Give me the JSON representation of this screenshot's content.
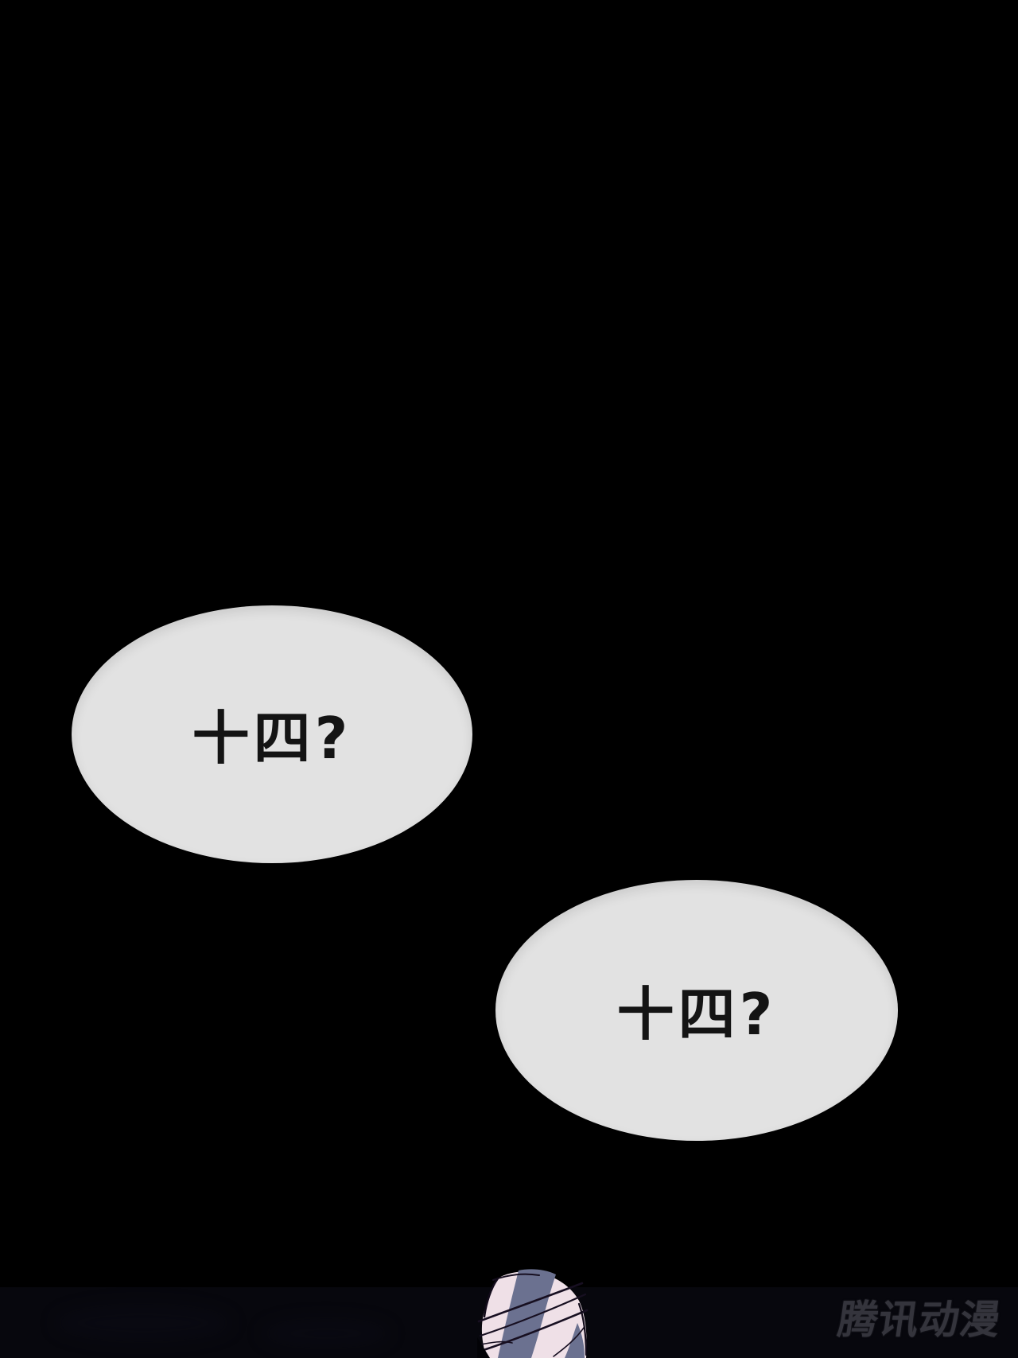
{
  "page": {
    "background_color": "#000000",
    "bubbles": [
      {
        "text": "十四?"
      },
      {
        "text": "十四?"
      }
    ],
    "bubble_style": {
      "fill": "#e2e2e2",
      "text_color": "#141414"
    },
    "bottom_panel": {
      "background": "#07070d",
      "artwork": "twisted-hair-lock",
      "colors": {
        "highlight_pink": "#efe0e7",
        "hair_blue": "#6b7190",
        "line_dark": "#170f21"
      }
    },
    "watermark": {
      "text": "腾讯动漫",
      "color": "#34343c"
    }
  }
}
